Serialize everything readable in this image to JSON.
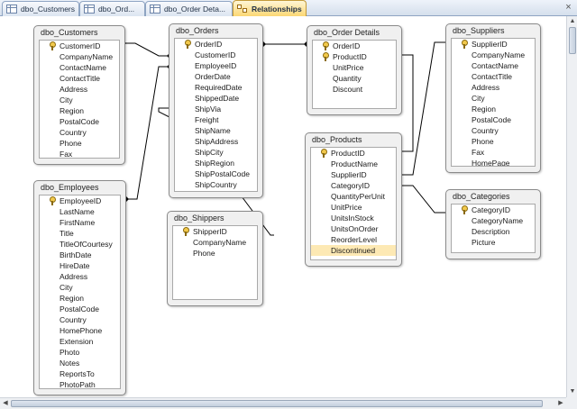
{
  "tabs": [
    {
      "label": "dbo_Customers",
      "icon": "table-icon",
      "active": false
    },
    {
      "label": "dbo_Ord...",
      "icon": "table-icon",
      "active": false
    },
    {
      "label": "dbo_Order Deta...",
      "icon": "table-icon",
      "active": false
    },
    {
      "label": "Relationships",
      "icon": "relationships-icon",
      "active": true
    }
  ],
  "close_label": "×",
  "scroll_arrows": {
    "up": "▲",
    "down": "▼",
    "left": "◀",
    "right": "▶"
  },
  "tables": [
    {
      "id": "customers",
      "title": "dbo_Customers",
      "fields": [
        "CustomerID",
        "CompanyName",
        "ContactName",
        "ContactTitle",
        "Address",
        "City",
        "Region",
        "PostalCode",
        "Country",
        "Phone",
        "Fax"
      ],
      "keys": [
        "CustomerID"
      ]
    },
    {
      "id": "orders",
      "title": "dbo_Orders",
      "fields": [
        "OrderID",
        "CustomerID",
        "EmployeeID",
        "OrderDate",
        "RequiredDate",
        "ShippedDate",
        "ShipVia",
        "Freight",
        "ShipName",
        "ShipAddress",
        "ShipCity",
        "ShipRegion",
        "ShipPostalCode",
        "ShipCountry"
      ],
      "keys": [
        "OrderID"
      ]
    },
    {
      "id": "orderdetails",
      "title": "dbo_Order Details",
      "fields": [
        "OrderID",
        "ProductID",
        "UnitPrice",
        "Quantity",
        "Discount"
      ],
      "keys": [
        "OrderID",
        "ProductID"
      ]
    },
    {
      "id": "suppliers",
      "title": "dbo_Suppliers",
      "fields": [
        "SupplierID",
        "CompanyName",
        "ContactName",
        "ContactTitle",
        "Address",
        "City",
        "Region",
        "PostalCode",
        "Country",
        "Phone",
        "Fax",
        "HomePage"
      ],
      "keys": [
        "SupplierID"
      ]
    },
    {
      "id": "products",
      "title": "dbo_Products",
      "fields": [
        "ProductID",
        "ProductName",
        "SupplierID",
        "CategoryID",
        "QuantityPerUnit",
        "UnitPrice",
        "UnitsInStock",
        "UnitsOnOrder",
        "ReorderLevel",
        "Discontinued"
      ],
      "keys": [
        "ProductID"
      ],
      "selected": "Discontinued"
    },
    {
      "id": "employees",
      "title": "dbo_Employees",
      "fields": [
        "EmployeeID",
        "LastName",
        "FirstName",
        "Title",
        "TitleOfCourtesy",
        "BirthDate",
        "HireDate",
        "Address",
        "City",
        "Region",
        "PostalCode",
        "Country",
        "HomePhone",
        "Extension",
        "Photo",
        "Notes",
        "ReportsTo",
        "PhotoPath"
      ],
      "keys": [
        "EmployeeID"
      ]
    },
    {
      "id": "shippers",
      "title": "dbo_Shippers",
      "fields": [
        "ShipperID",
        "CompanyName",
        "Phone"
      ],
      "keys": [
        "ShipperID"
      ]
    },
    {
      "id": "categories",
      "title": "dbo_Categories",
      "fields": [
        "CategoryID",
        "CategoryName",
        "Description",
        "Picture"
      ],
      "keys": [
        "CategoryID"
      ]
    }
  ],
  "colors": {
    "selected_field": "#fde9b4",
    "active_tab": "#fbd774",
    "line": "#000000"
  }
}
